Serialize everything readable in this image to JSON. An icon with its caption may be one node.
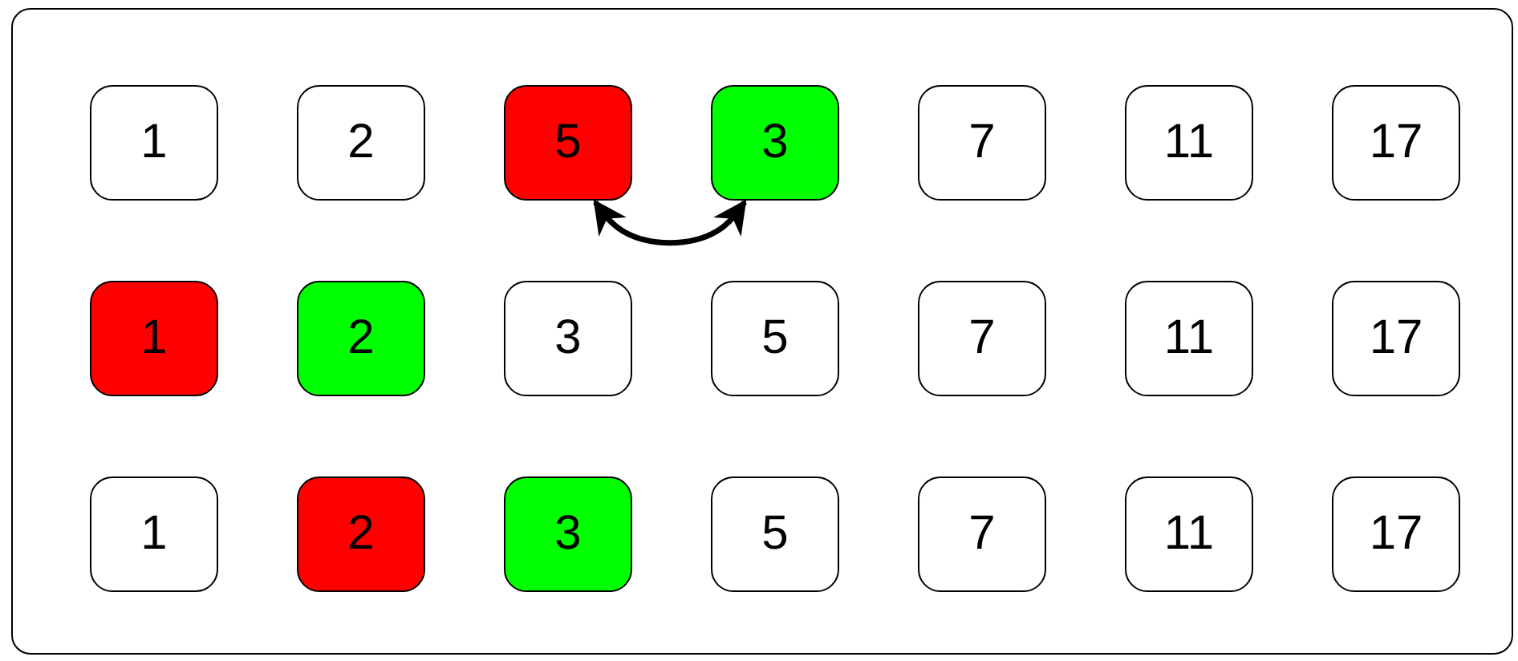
{
  "diagram": {
    "nodes": [
      {
        "text": [],
        "shape": "box"
      },
      {
        "text": [
          "1"
        ],
        "in": 0
      },
      {
        "text": [
          "2"
        ],
        "in": 0
      },
      {
        "text": [
          "5"
        ],
        "in": 0
      },
      {
        "text": [
          "3"
        ],
        "in": 0
      },
      {
        "text": [
          "7"
        ],
        "in": 0
      },
      {
        "text": [
          "11"
        ],
        "in": 0
      },
      {
        "text": [
          "17"
        ],
        "in": 0
      },
      {
        "text": [
          "1"
        ],
        "in": 0
      },
      {
        "text": [
          "2"
        ],
        "in": 0
      },
      {
        "text": [
          "3"
        ],
        "in": 0
      },
      {
        "text": [
          "5"
        ],
        "in": 0
      },
      {
        "text": [
          "7"
        ],
        "in": 0
      },
      {
        "text": [
          "11"
        ],
        "in": 0
      },
      {
        "text": [
          "17"
        ],
        "in": 0
      },
      {
        "text": [
          "1"
        ],
        "in": 0
      },
      {
        "text": [
          "2"
        ],
        "in": 0
      },
      {
        "text": [
          "3"
        ],
        "in": 0
      },
      {
        "text": [
          "5"
        ],
        "in": 0
      },
      {
        "text": [
          "7"
        ],
        "in": 0
      },
      {
        "text": [
          "11"
        ],
        "in": 0
      },
      {
        "text": [
          "17"
        ],
        "in": 0
      }
    ],
    "edges": [
      {
        "from": 3,
        "to": 4,
        "arrow": "both"
      }
    ]
  }
}
